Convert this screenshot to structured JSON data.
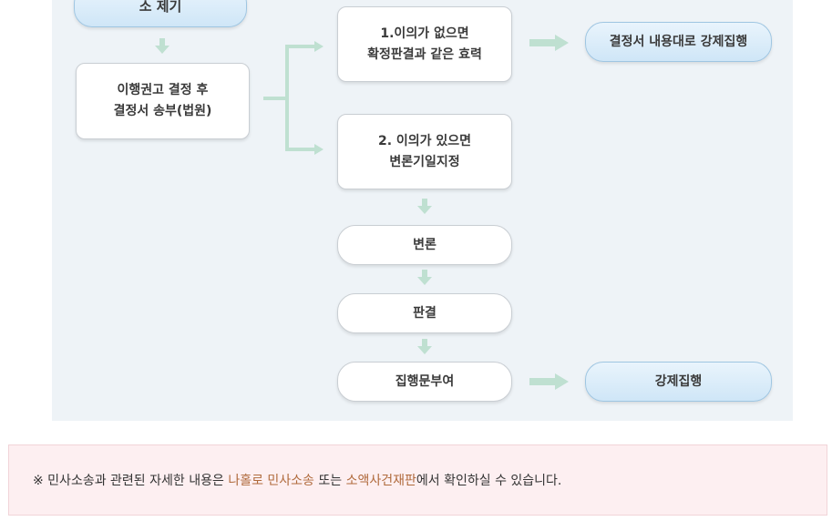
{
  "flow": {
    "start_box": "소 제기",
    "decision_line1": "이행권고 결정 후",
    "decision_line2": "결정서 송부(법원)",
    "option1_line1": "1.이의가 없으면",
    "option1_line2": "확정판결과 같은 효력",
    "option1_result": "결정서 내용대로 강제집행",
    "option2_line1": "2. 이의가 있으면",
    "option2_line2": "변론기일지정",
    "step_argument": "변론",
    "step_judgment": "판결",
    "step_execution_writ": "집행문부여",
    "final_result": "강제집행"
  },
  "note": {
    "prefix": "※ 민사소송과 관련된 자세한 내용은 ",
    "link1": "나홀로 민사소송",
    "middle": " 또는 ",
    "link2": "소액사건재판",
    "suffix": "에서 확인하실 수 있습니다."
  },
  "colors": {
    "panel_bg": "#eef3f7",
    "arrow": "#bfe0d1",
    "blue_box": "#d6eaf8",
    "note_bg": "#fdeff1",
    "link": "#b06a3c"
  }
}
